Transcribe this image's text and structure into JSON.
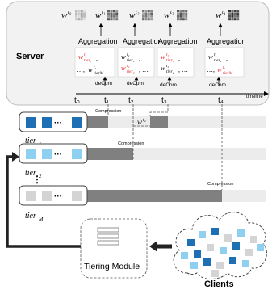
{
  "server": {
    "title": "Server",
    "weights": [
      {
        "base": "w",
        "sup": "t₀"
      },
      {
        "base": "w",
        "sup": "t₁"
      },
      {
        "base": "w",
        "sup": "t₂"
      },
      {
        "base": "w",
        "sup": "t₃"
      },
      {
        "base": "w",
        "sup": "t₄"
      }
    ],
    "aggregation_label": "Aggregation",
    "decom_label": "deCom",
    "timeline_label": "timeline",
    "time_marks": [
      "t₀",
      "t₁",
      "t₂",
      "t₃",
      "t₄"
    ],
    "boxes": [
      {
        "line1_pre": "",
        "line1_red": "w",
        "line1_red_sup": "t₁",
        "line1_red_sub": "tier₁",
        "line1_post": ",",
        "line2_pre": "…, ",
        "line2_black": "w",
        "line2_black_sup": "t₁",
        "line2_black_sub": "tierM",
        "line2_red": ""
      },
      {
        "line1_black": "w",
        "line1_sup": "t₂",
        "line1_sub": "tier₁",
        "line1_post": ",",
        "line2_red": "w",
        "line2_sup": "t₂",
        "line2_sub": "tier₂",
        "line2_post": ", …"
      },
      {
        "line1_red": "w",
        "line1_sup": "t₃",
        "line1_sub": "tier₁",
        "line1_post": ",",
        "line2_black": "w",
        "line2_sup": "t₃",
        "line2_sub": "tier₂",
        "line2_post": ", …"
      },
      {
        "line1_black": "w",
        "line1_sup": "t₄",
        "line1_sub": "tier₁",
        "line1_post": ",",
        "line2_pre": "…, ",
        "line2_red": "w",
        "line2_sup": "t₄",
        "line2_sub": "tierM"
      }
    ]
  },
  "tiers": [
    {
      "label": "tier",
      "sub": "1"
    },
    {
      "label": "tier",
      "sub": "2"
    },
    {
      "label": "tier",
      "sub": "M"
    }
  ],
  "vertical_dots": "⋮",
  "dots": "···",
  "compression_label": "Compression",
  "mid_weight": {
    "base": "w",
    "sup": "t₂"
  },
  "tiering_module_label": "Tiering Module",
  "clients_label": "Clients",
  "colors": {
    "tier1": "#1f6fb5",
    "tier2": "#8fd0f0",
    "tierM": "#d4d4d4",
    "bar": "#808080",
    "track": "#ececec",
    "server_bg": "#f2f2f2",
    "red": "#e02020"
  }
}
